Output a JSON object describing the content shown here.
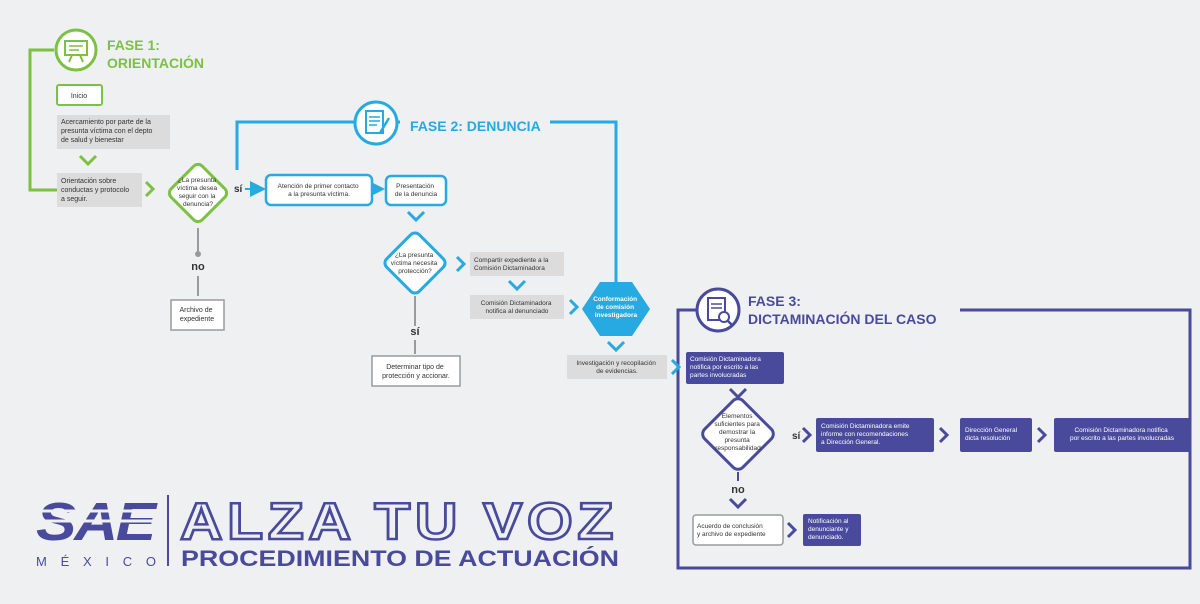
{
  "colors": {
    "green": "#7cc142",
    "blue": "#27a9e1",
    "navy": "#4a4a9c",
    "grey_box": "#dcdcdc",
    "grey_line": "#9a9a9a",
    "text_dark": "#333333",
    "logo": "#4a4a9c"
  },
  "phase1": {
    "title_1": "FASE 1:",
    "title_2": "ORIENTACIÓN",
    "icon": "presentation-board-icon",
    "inicio": "Inicio",
    "acercamiento": [
      "Acercamiento por parte de la",
      "presunta víctima con el depto",
      "de salud y bienestar"
    ],
    "orientacion": [
      "Orientación sobre",
      "conductas y protocolo",
      "a seguir."
    ],
    "decision": [
      "¿La presunta",
      "víctima desea",
      "seguir con la",
      "denuncia?"
    ],
    "yes": "sí",
    "no": "no",
    "archivo": [
      "Archivo de",
      "expediente"
    ]
  },
  "phase2": {
    "title": "FASE 2: DENUNCIA",
    "icon": "document-pen-icon",
    "atencion": [
      "Atención de primer contacto",
      "a la presunta víctima."
    ],
    "presentacion": [
      "Presentación",
      "de la denuncia"
    ],
    "decision": [
      "¿La presunta",
      "víctima necesita",
      "protección?"
    ],
    "yes": "sí",
    "compartir": [
      "Compartir expediente a la",
      "Comisión Dictaminadora"
    ],
    "notifica": [
      "Comisión Dictaminadora",
      "notifica al denunciado"
    ],
    "determinar": [
      "Determinar tipo de",
      "protección y accionar."
    ],
    "conformacion": [
      "Conformación",
      "de comisión",
      "investigadora"
    ],
    "investigacion": [
      "Investigación y recopilación",
      "de evidencias."
    ]
  },
  "phase3": {
    "title_1": "FASE 3:",
    "title_2": "DICTAMINACIÓN DEL CASO",
    "icon": "document-search-icon",
    "notifica_partes": [
      "Comisión Dictaminadora",
      "notifica por escrito a las",
      "partes involucradas"
    ],
    "decision": [
      "Elementos",
      "suficientes para",
      "demostrar la",
      "presunta",
      "responsabilidad"
    ],
    "yes": "sí",
    "no": "no",
    "emite": [
      "Comisión Dictaminadora emite",
      "informe con recomendaciones",
      "a Dirección General."
    ],
    "direccion": [
      "Dirección General",
      "dicta resolución"
    ],
    "final": [
      "Comisión Dictaminadora notifica",
      "por escrito a las partes involucradas"
    ],
    "acuerdo": [
      "Acuerdo de conclusión",
      "y archivo de expediente"
    ],
    "notificacion": [
      "Notificación al",
      "denunciante y",
      "denunciado."
    ]
  },
  "footer": {
    "logo_text": "SAE",
    "logo_sub": "M É X I C O",
    "title": "ALZA TU VOZ",
    "subtitle": "PROCEDIMIENTO DE ACTUACIÓN"
  }
}
